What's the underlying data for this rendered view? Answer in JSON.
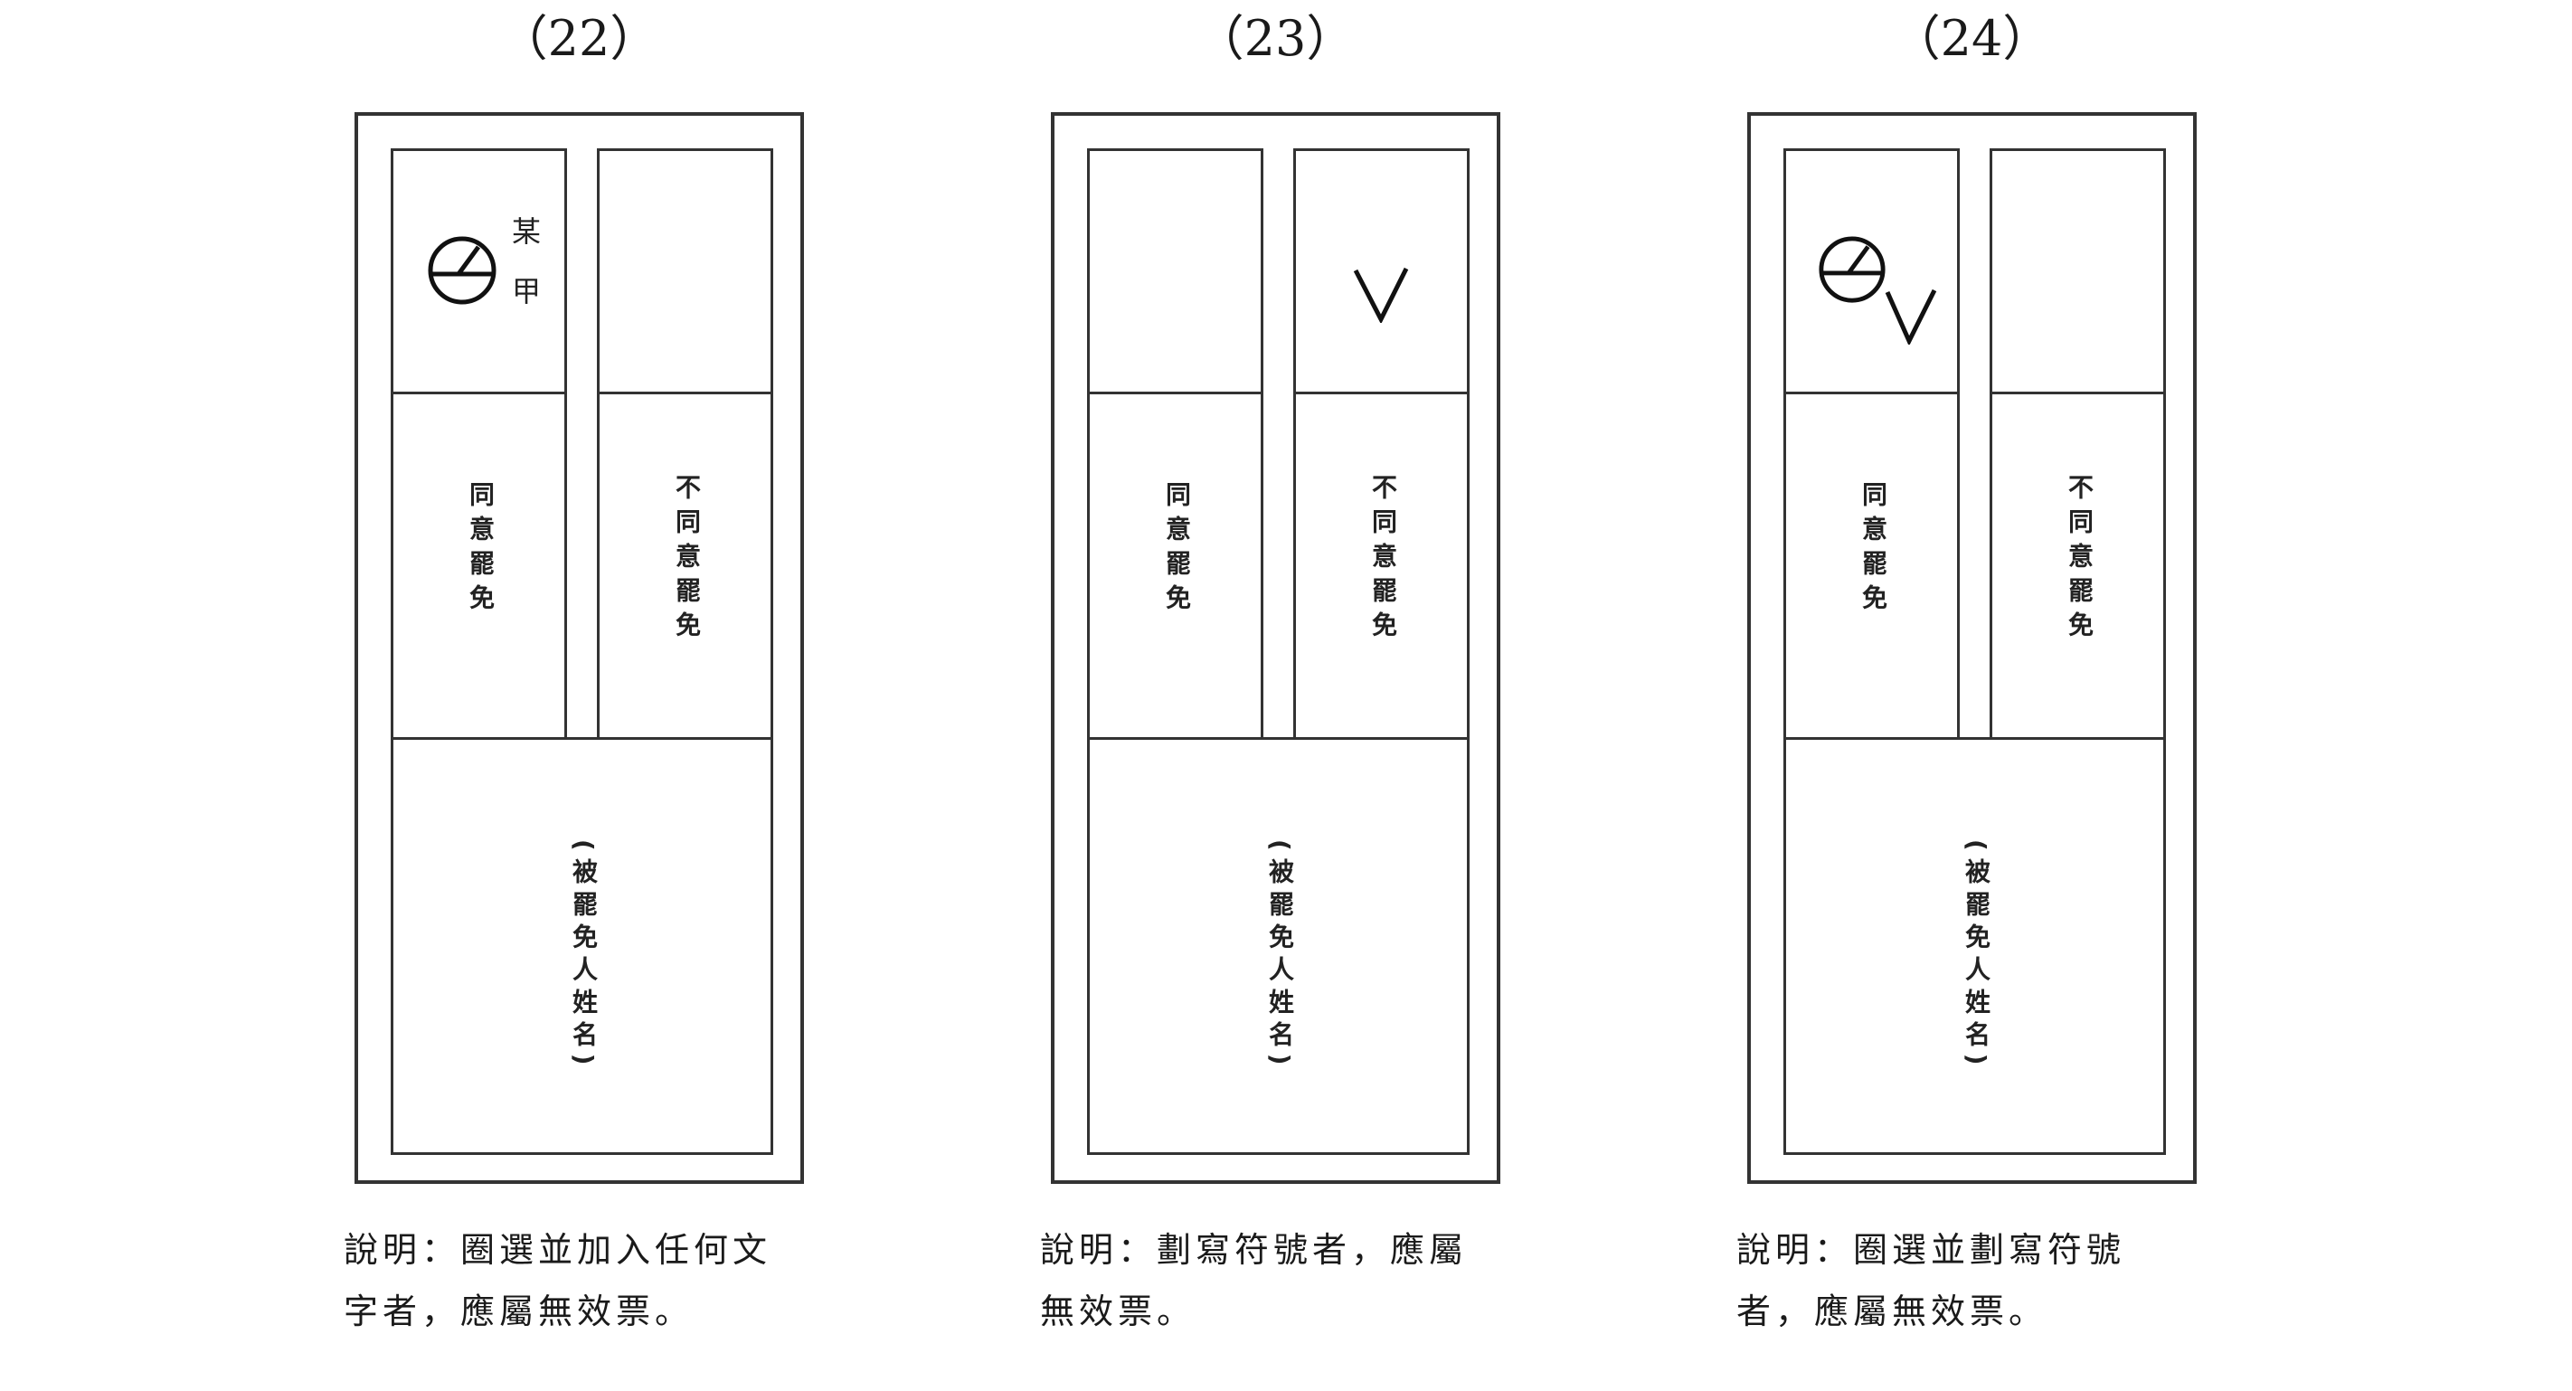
{
  "figures": [
    {
      "number": "（22）",
      "mark_types": [
        "circle-stamp",
        "text"
      ],
      "written_text": "某甲",
      "cells": {
        "agree": "同意罷免",
        "disagree": "不同意罷免",
        "name": "(被罷免人姓名)"
      },
      "caption": [
        "說明：圈選並加入任何文",
        "字者，應屬無效票。"
      ]
    },
    {
      "number": "（23）",
      "mark_types": [
        "check"
      ],
      "cells": {
        "agree": "同意罷免",
        "disagree": "不同意罷免",
        "name": "(被罷免人姓名)"
      },
      "caption": [
        "說明：劃寫符號者，應屬",
        "無效票。"
      ]
    },
    {
      "number": "（24）",
      "mark_types": [
        "circle-stamp",
        "check"
      ],
      "cells": {
        "agree": "同意罷免",
        "disagree": "不同意罷免",
        "name": "(被罷免人姓名)"
      },
      "caption": [
        "說明：圈選並劃寫符號",
        "者，應屬無效票。"
      ]
    }
  ]
}
